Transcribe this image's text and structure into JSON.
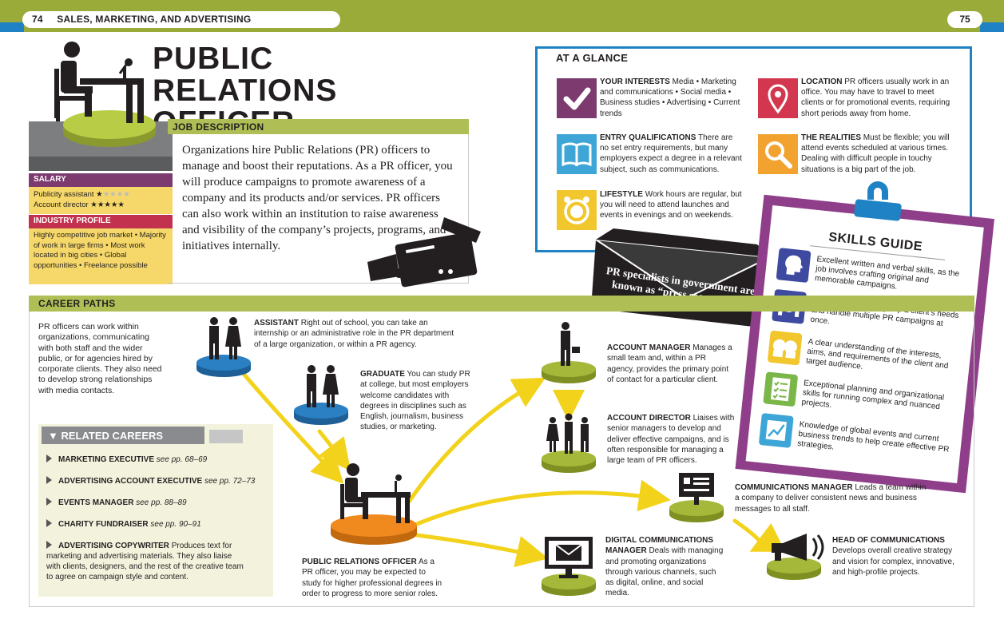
{
  "header": {
    "left_page_number": "74",
    "section_title": "SALES, MARKETING, AND ADVERTISING",
    "right_page_number": "75"
  },
  "title": {
    "line1": "PUBLIC RELATIONS",
    "line2": "OFFICER"
  },
  "job_description": {
    "heading": "JOB DESCRIPTION",
    "text": "Organizations hire Public Relations (PR) officers to manage and boost their reputations. As a PR officer, you will produce campaigns to promote awareness of a company and its products and/or services. PR officers can also work within an institution to raise awareness and visibility of the company’s projects, programs, and initiatives internally."
  },
  "salary": {
    "heading": "SALARY",
    "rows": [
      {
        "label": "Publicity assistant",
        "stars_filled": "★",
        "stars_empty": "★★★★"
      },
      {
        "label": "Account director",
        "stars_filled": "★★★★★",
        "stars_empty": ""
      }
    ]
  },
  "industry_profile": {
    "heading": "INDUSTRY PROFILE",
    "text": "Highly competitive job market • Majority of work in large firms • Most work located in big cities • Global opportunities • Freelance possible"
  },
  "at_a_glance": {
    "heading": "AT A GLANCE",
    "items": [
      {
        "title": "YOUR INTERESTS",
        "text": "Media • Marketing and communications • Social media • Business studies • Advertising • Current trends",
        "icon": "checkmark-icon",
        "color": "#7c3a6e"
      },
      {
        "title": "ENTRY QUALIFICATIONS",
        "text": "There are no set entry requirements, but many employers expect a degree in a relevant subject, such as communications.",
        "icon": "book-icon",
        "color": "#3ea6d6"
      },
      {
        "title": "LIFESTYLE",
        "text": "Work hours are regular, but you will need to attend launches and events in evenings and on weekends.",
        "icon": "alarm-clock-icon",
        "color": "#f2c62d"
      },
      {
        "title": "LOCATION",
        "text": "PR officers usually work in an office. You may have to travel to meet clients or for promotional events, requiring short periods away from home.",
        "icon": "location-pin-icon",
        "color": "#d3374f"
      },
      {
        "title": "THE REALITIES",
        "text": "Must be flexible; you will attend events scheduled at various times. Dealing with difficult people in touchy situations is a big part of the job.",
        "icon": "magnifier-icon",
        "color": "#f2a22e"
      }
    ]
  },
  "envelope_fact": {
    "text": "PR specialists in government are known as “press secretaries.”"
  },
  "skills_guide": {
    "heading": "SKILLS GUIDE",
    "items": [
      {
        "text": "Excellent written and verbal skills, as the job involves crafting original and memorable campaigns.",
        "icon": "speaking-head-icon",
        "color": "#3e4aa0"
      },
      {
        "text": "An ability to quickly grasp a client’s needs and handle multiple PR campaigns at once.",
        "icon": "team-icon",
        "color": "#3e4aa0"
      },
      {
        "text": "A clear understanding of the interests, aims, and requirements of the client and target audience.",
        "icon": "conversation-icon",
        "color": "#f2c62d"
      },
      {
        "text": "Exceptional planning and organizational skills for running complex and nuanced projects.",
        "icon": "checklist-icon",
        "color": "#7ab648"
      },
      {
        "text": "Knowledge of global events and current business trends to help create effective PR strategies.",
        "icon": "trend-chart-icon",
        "color": "#3ea6d6"
      }
    ]
  },
  "career_paths": {
    "heading": "CAREER PATHS",
    "intro": "PR officers can work within organizations, communicating with both staff and the wider public, or for agencies hired by corporate clients. They also need to develop strong relationships with media contacts.",
    "nodes": [
      {
        "key": "assistant",
        "title": "ASSISTANT",
        "text": "Right out of school, you can take an internship or an administrative role in the PR department of a large organization, or within a PR agency."
      },
      {
        "key": "graduate",
        "title": "GRADUATE",
        "text": "You can study PR at college, but most employers welcome candidates with degrees in disciplines such as English, journalism, business studies, or marketing."
      },
      {
        "key": "pr_officer",
        "title": "PUBLIC RELATIONS OFFICER",
        "text": "As a PR officer, you may be expected to study for higher professional degrees in order to progress to more senior roles."
      },
      {
        "key": "account_manager",
        "title": "ACCOUNT MANAGER",
        "text": "Manages a small team and, within a PR agency, provides the primary point of contact for a particular client."
      },
      {
        "key": "account_director",
        "title": "ACCOUNT DIRECTOR",
        "text": "Liaises with senior managers to develop and deliver effective campaigns, and is often responsible for managing a large team of PR officers."
      },
      {
        "key": "comms_manager",
        "title": "COMMUNICATIONS MANAGER",
        "text": "Leads a team within a company to deliver consistent news and business messages to all staff."
      },
      {
        "key": "digital_comms",
        "title": "DIGITAL COMMUNICATIONS MANAGER",
        "text": "Deals with managing and promoting organizations through various channels, such as digital, online, and social media."
      },
      {
        "key": "head_comms",
        "title": "HEAD OF COMMUNICATIONS",
        "text": "Develops overall creative strategy and vision for complex, innovative, and high-profile projects."
      }
    ]
  },
  "related_careers": {
    "heading": "RELATED CAREERS",
    "items": [
      {
        "title": "MARKETING EXECUTIVE",
        "ref": "see pp. 68–69",
        "text": ""
      },
      {
        "title": "ADVERTISING ACCOUNT EXECUTIVE",
        "ref": "see pp. 72–73",
        "text": ""
      },
      {
        "title": "EVENTS MANAGER",
        "ref": "see pp. 88–89",
        "text": ""
      },
      {
        "title": "CHARITY FUNDRAISER",
        "ref": "see pp. 90–91",
        "text": ""
      },
      {
        "title": "ADVERTISING COPYWRITER",
        "ref": "",
        "text": "Produces text for marketing and advertising materials. They also liaise with clients, designers, and the rest of the creative team to agree on campaign style and content."
      }
    ]
  },
  "colors": {
    "header_green": "#9aab3a",
    "section_green": "#afbf55",
    "accent_blue": "#1f82c4",
    "clipboard_purple": "#8f3f8a",
    "pedestal_green": "#a6b83a",
    "pedestal_orange": "#f08a1e",
    "pedestal_blue": "#2b7fc3",
    "arrow_yellow": "#f2d21b"
  }
}
